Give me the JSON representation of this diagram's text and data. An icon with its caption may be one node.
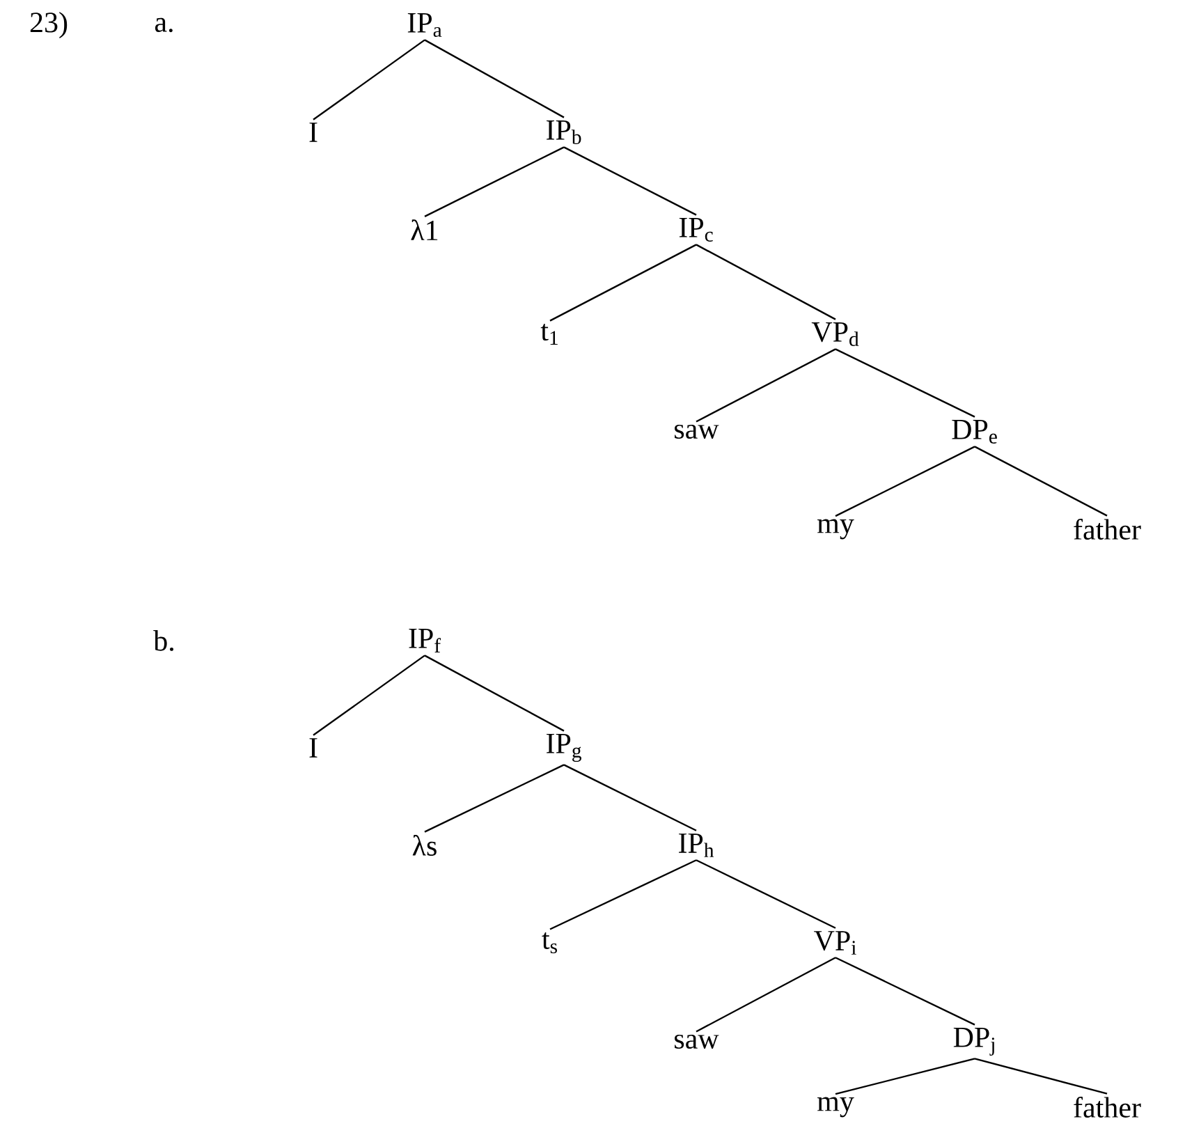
{
  "diagram": {
    "nodes": [
      {
        "text": [
          "IP$_{a}$"
        ]
      },
      {
        "text": [
          "I"
        ]
      },
      {
        "text": [
          "IP$_{b}$"
        ]
      },
      {
        "text": [
          "λ1"
        ]
      },
      {
        "text": [
          "IP$_{c}$"
        ]
      },
      {
        "text": [
          "t$_{1}$"
        ]
      },
      {
        "text": [
          "VP$_{d}$"
        ]
      },
      {
        "text": [
          "saw"
        ]
      },
      {
        "text": [
          "DP$_{e}$"
        ]
      },
      {
        "text": [
          "my"
        ]
      },
      {
        "text": [
          "father"
        ]
      },
      {
        "text": [
          "IP$_{f}$"
        ]
      },
      {
        "text": [
          "I"
        ]
      },
      {
        "text": [
          "IP$_{g}$"
        ]
      },
      {
        "text": [
          "λs"
        ]
      },
      {
        "text": [
          "IP$_{h}$"
        ]
      },
      {
        "text": [
          "t$_{s}$"
        ]
      },
      {
        "text": [
          "VP$_{i}$"
        ]
      },
      {
        "text": [
          "saw"
        ]
      },
      {
        "text": [
          "DP$_{j}$"
        ]
      },
      {
        "text": [
          "my"
        ]
      },
      {
        "text": [
          "father"
        ]
      }
    ],
    "edges": [
      {
        "from": 0,
        "to": 1,
        "arrow": "none"
      },
      {
        "from": 0,
        "to": 2,
        "arrow": "none"
      },
      {
        "from": 2,
        "to": 3,
        "arrow": "none"
      },
      {
        "from": 2,
        "to": 4,
        "arrow": "none"
      },
      {
        "from": 4,
        "to": 5,
        "arrow": "none"
      },
      {
        "from": 4,
        "to": 6,
        "arrow": "none"
      },
      {
        "from": 6,
        "to": 7,
        "arrow": "none"
      },
      {
        "from": 6,
        "to": 8,
        "arrow": "none"
      },
      {
        "from": 8,
        "to": 9,
        "arrow": "none"
      },
      {
        "from": 8,
        "to": 10,
        "arrow": "none"
      },
      {
        "from": 11,
        "to": 12,
        "arrow": "none"
      },
      {
        "from": 11,
        "to": 13,
        "arrow": "none"
      },
      {
        "from": 13,
        "to": 14,
        "arrow": "none"
      },
      {
        "from": 13,
        "to": 15,
        "arrow": "none"
      },
      {
        "from": 15,
        "to": 16,
        "arrow": "none"
      },
      {
        "from": 15,
        "to": 17,
        "arrow": "none"
      },
      {
        "from": 17,
        "to": 18,
        "arrow": "none"
      },
      {
        "from": 17,
        "to": 19,
        "arrow": "none"
      },
      {
        "from": 19,
        "to": 20,
        "arrow": "none"
      },
      {
        "from": 19,
        "to": 21,
        "arrow": "none"
      }
    ],
    "labels": [
      "23)",
      "a.",
      "b."
    ]
  }
}
